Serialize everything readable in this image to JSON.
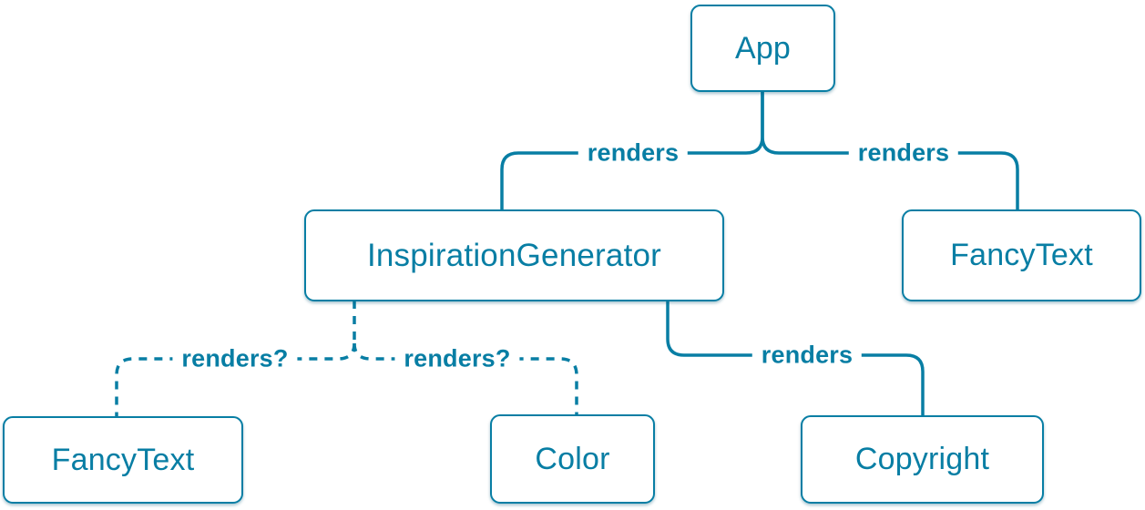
{
  "diagram": {
    "kind": "component-render-tree",
    "colors": {
      "accent": "#087ea4",
      "background": "#ffffff"
    },
    "nodes": [
      {
        "id": "app",
        "label": "App"
      },
      {
        "id": "inspiration-generator",
        "label": "InspirationGenerator"
      },
      {
        "id": "fancy-text-top",
        "label": "FancyText"
      },
      {
        "id": "fancy-text-bottom",
        "label": "FancyText"
      },
      {
        "id": "color",
        "label": "Color"
      },
      {
        "id": "copyright",
        "label": "Copyright"
      }
    ],
    "edges": [
      {
        "from": "App",
        "to": "InspirationGenerator",
        "label": "renders",
        "style": "solid"
      },
      {
        "from": "App",
        "to": "FancyText",
        "label": "renders",
        "style": "solid"
      },
      {
        "from": "InspirationGenerator",
        "to": "FancyText",
        "label": "renders?",
        "style": "dashed"
      },
      {
        "from": "InspirationGenerator",
        "to": "Color",
        "label": "renders?",
        "style": "dashed"
      },
      {
        "from": "InspirationGenerator",
        "to": "Copyright",
        "label": "renders",
        "style": "solid"
      }
    ]
  }
}
